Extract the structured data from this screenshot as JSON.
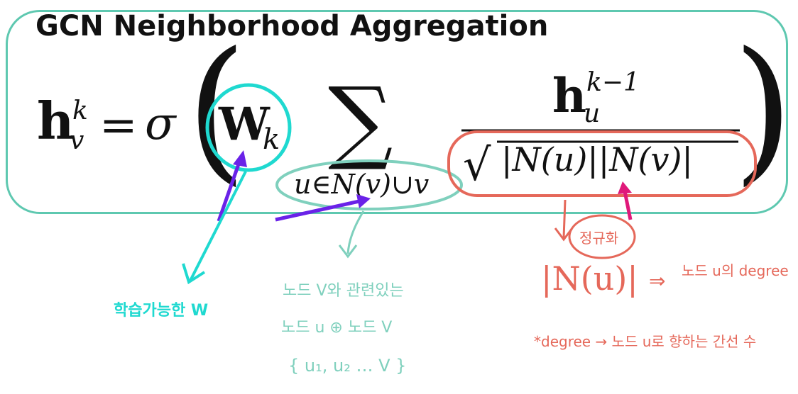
{
  "slide": {
    "title": "GCN Neighborhood Aggregation"
  },
  "formula": {
    "lhs_h": "h",
    "lhs_superscript": "k",
    "lhs_subscript": "v",
    "equals": "=",
    "sigma": "σ",
    "open_paren": "(",
    "close_paren": ")",
    "weight_W": "W",
    "weight_subscript": "k",
    "sum_symbol": "∑",
    "sum_index": "u∈N(v)∪v",
    "numerator_h": "h",
    "numerator_superscript": "k−1",
    "numerator_subscript": "u",
    "sqrt_symbol": "√",
    "denominator": "|N(u)||N(v)|"
  },
  "annotations": {
    "weight_note": "학습가능한 W",
    "sum_note_line1": "노드 V와 관련있는",
    "sum_note_line2": "노드 u ⊕ 노드 V",
    "sum_note_line3": "{ u₁, u₂ … V }",
    "norm_label": "정규화",
    "degree_symbol": "|N(u)|",
    "degree_arrow": "⇒",
    "degree_note": "노드 u의 degree",
    "degree_definition": "*degree → 노드 u로 향하는 간선 수"
  },
  "colors": {
    "frame": "#5ec8b0",
    "cyan_annotation": "#1fd9d0",
    "teal_annotation": "#7fd0bd",
    "red_annotation": "#e5685a",
    "purple_arrow": "#6a22e8",
    "pink_arrow": "#e0197a"
  }
}
